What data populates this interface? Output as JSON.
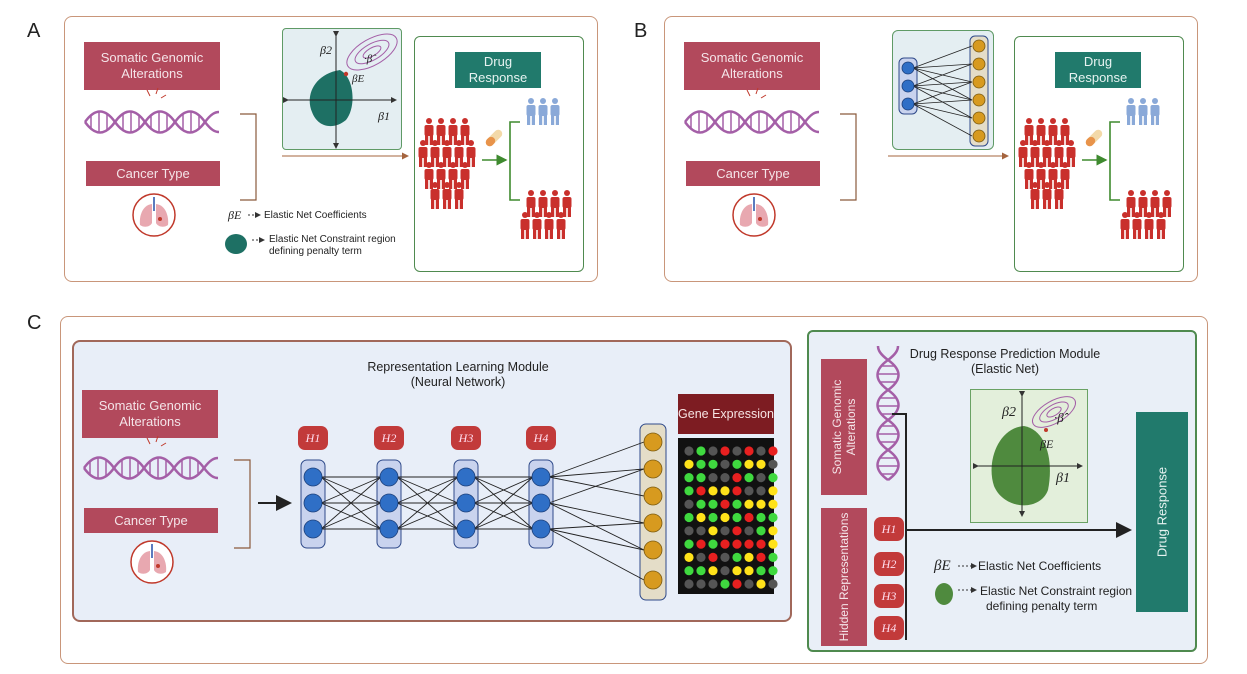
{
  "panels": {
    "a": {
      "letter": "A",
      "somatic_label": "Somatic Genomic Alterations",
      "cancer_label": "Cancer Type",
      "drug_response_label": "Drug Response",
      "beta_legend": "Elastic Net Coefficients",
      "region_legend": "Elastic Net Constraint region defining penalty term",
      "beta_symbol": "βE",
      "axis_b1": "β1",
      "axis_b2": "β2",
      "beta_hat": "·β̂",
      "beta_e": "βE"
    },
    "b": {
      "letter": "B",
      "somatic_label": "Somatic Genomic Alterations",
      "cancer_label": "Cancer Type",
      "drug_response_label": "Drug Response"
    },
    "c": {
      "letter": "C",
      "rep_module_title": "Representation Learning Module",
      "rep_module_subtitle": "(Neural Network)",
      "somatic_label": "Somatic Genomic Alterations",
      "cancer_label": "Cancer Type",
      "hidden_nodes": [
        "H1",
        "H2",
        "H3",
        "H4"
      ],
      "gene_expression_label": "Gene Expression",
      "pred_module_title": "Drug Response Prediction Module",
      "pred_module_subtitle": "(Elastic Net)",
      "somatic_vertical": "Somatic Genomic Alterations",
      "hidden_vertical": "Hidden Representations",
      "drug_response_vertical": "Drug Response",
      "beta_legend": "Elastic Net Coefficients",
      "region_legend_line1": "Elastic Net Constraint region",
      "region_legend_line2": "defining penalty term",
      "axis_b1": "β1",
      "axis_b2": "β2",
      "beta_hat": "·β̂",
      "beta_e": "βE"
    }
  },
  "colors": {
    "pink": "#b2495c",
    "teal": "#217a6c",
    "node_blue": "#2f6fc6",
    "node_gold": "#d79a1f",
    "person_red": "#c9302c",
    "person_blue": "#8aa9d8",
    "outer_border": "#c9967a",
    "green_border": "#4f8a4f"
  }
}
